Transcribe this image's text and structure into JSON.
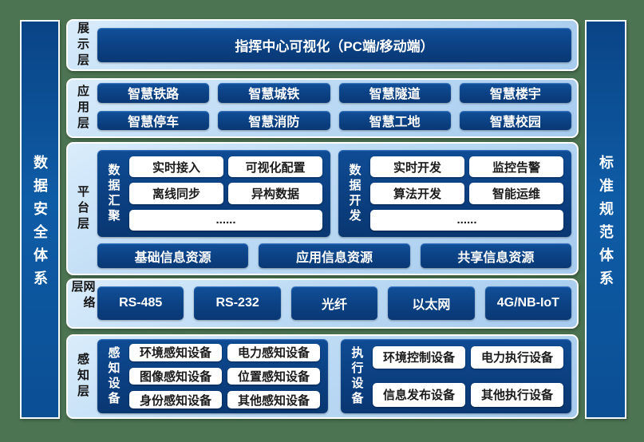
{
  "colors": {
    "background_green": "#4c7452",
    "layer_panel_light_blue": "#b7d8f3",
    "box_dark_blue": "#0c4285",
    "pillar_blue": "#0d57a0",
    "white_box": "#ffffff"
  },
  "pillars": {
    "left": "数据安全体系",
    "right": "标准规范体系"
  },
  "layers": {
    "display": {
      "label": "展示层",
      "title_button": "指挥中心可视化（PC端/移动端）"
    },
    "application": {
      "label": "应用层",
      "buttons": [
        "智慧铁路",
        "智慧城铁",
        "智慧隧道",
        "智慧楼宇",
        "智慧停车",
        "智慧消防",
        "智慧工地",
        "智慧校园"
      ]
    },
    "platform": {
      "label": "平台层",
      "panels": [
        {
          "label": "数据汇聚",
          "buttons": [
            "实时接入",
            "可视化配置",
            "离线同步",
            "异构数据"
          ],
          "more": "......"
        },
        {
          "label": "数据开发",
          "buttons": [
            "实时开发",
            "监控告警",
            "算法开发",
            "智能运维"
          ],
          "more": "......"
        }
      ],
      "resources": [
        "基础信息资源",
        "应用信息资源",
        "共享信息资源"
      ]
    },
    "network": {
      "label": "网络层",
      "buttons": [
        "RS-485",
        "RS-232",
        "光纤",
        "以太网",
        "4G/NB-IoT"
      ]
    },
    "perception": {
      "label": "感知层",
      "panels": [
        {
          "label": "感知设备",
          "buttons": [
            "环境感知设备",
            "电力感知设备",
            "图像感知设备",
            "位置感知设备",
            "身份感知设备",
            "其他感知设备"
          ]
        },
        {
          "label": "执行设备",
          "buttons": [
            "环境控制设备",
            "电力执行设备",
            "信息发布设备",
            "其他执行设备"
          ]
        }
      ]
    }
  }
}
